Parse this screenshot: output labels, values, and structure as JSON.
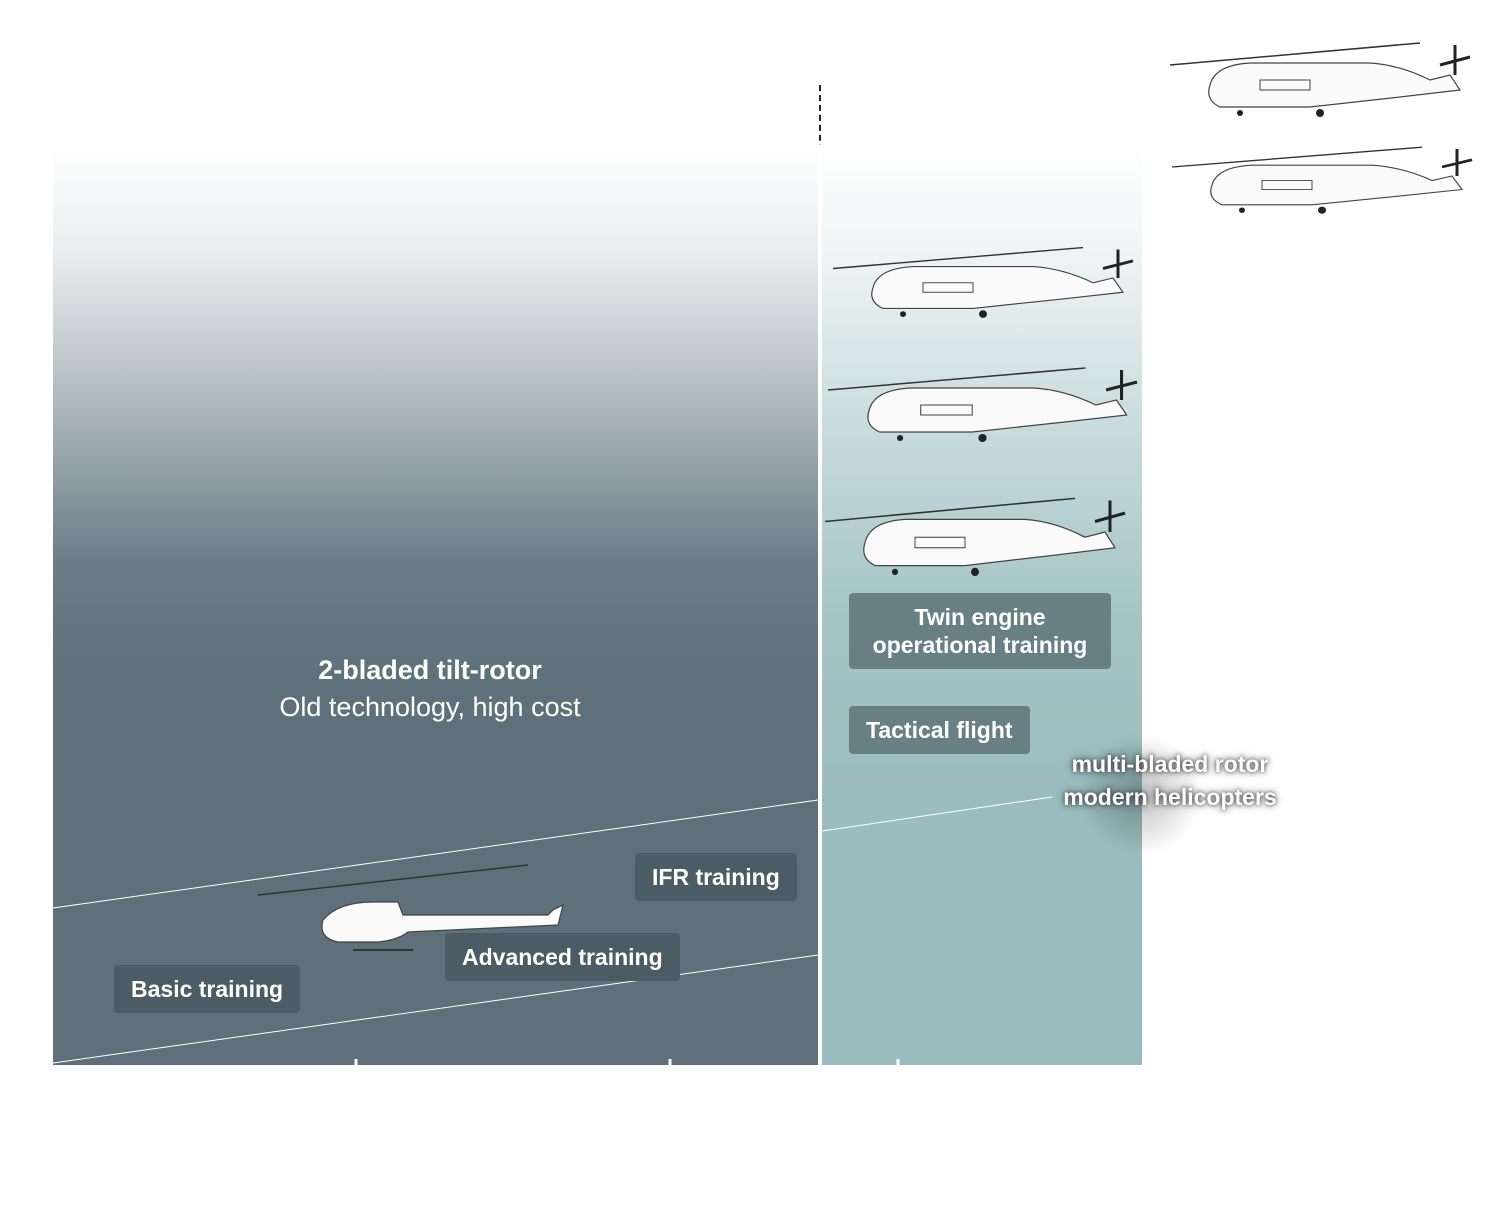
{
  "left_section": {
    "title": "2-bladed tilt-rotor",
    "subtitle": "Old technology, high cost",
    "labels": [
      "Basic training",
      "Advanced training",
      "IFR training"
    ]
  },
  "right_section": {
    "labels": [
      "Twin engine operational training",
      "Tactical flight"
    ],
    "caption_line1": "multi-bladed rotor",
    "caption_line2": "modern helicopters"
  },
  "colors": {
    "left_panel": "#5e717a",
    "right_panel": "#9bbcbf",
    "label_dark": "#4b5c64",
    "label_teal": "#687f84"
  }
}
